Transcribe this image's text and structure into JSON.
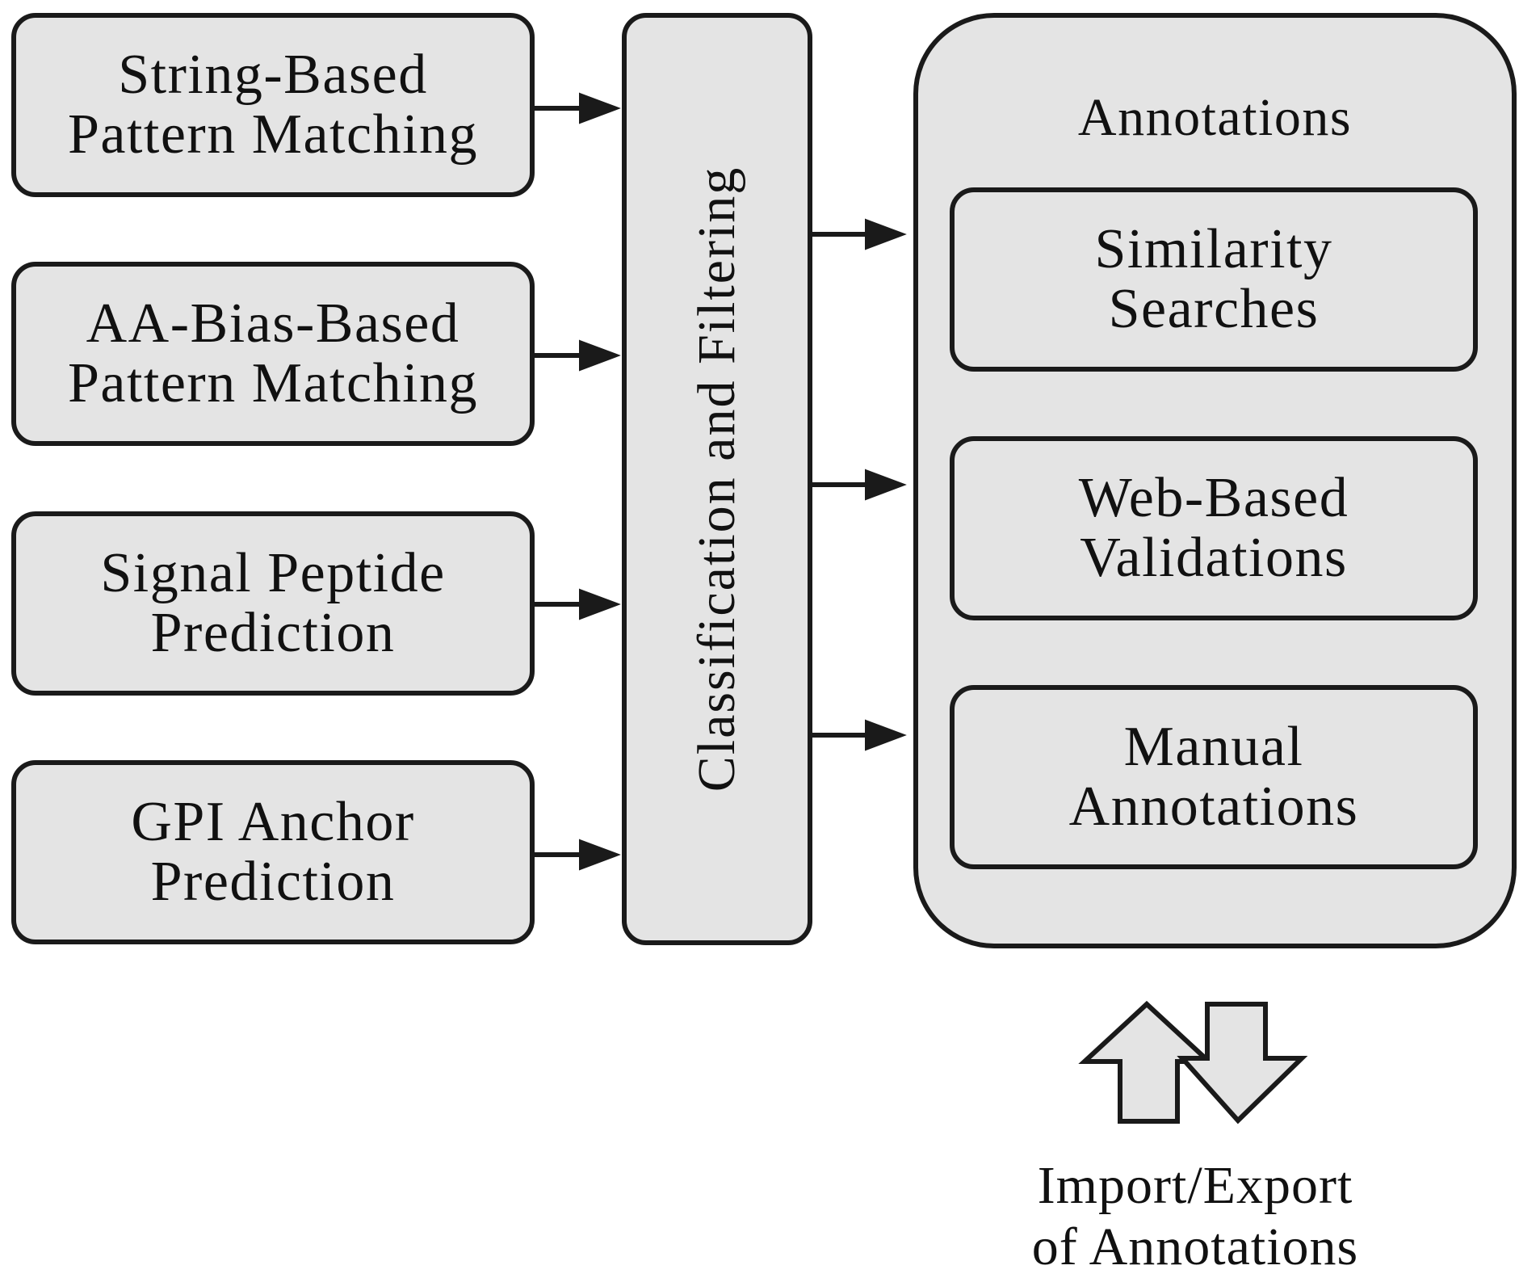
{
  "inputs": {
    "string_based": "String-Based\nPattern Matching",
    "aa_bias_based": "AA-Bias-Based\nPattern Matching",
    "signal_peptide": "Signal Peptide\nPrediction",
    "gpi_anchor": "GPI Anchor\nPrediction"
  },
  "classification": {
    "label": "Classification and Filtering"
  },
  "annotations": {
    "title": "Annotations",
    "similarity": "Similarity\nSearches",
    "web_based": "Web-Based\nValidations",
    "manual": "Manual\nAnnotations"
  },
  "import_export": {
    "caption": "Import/Export\nof Annotations"
  },
  "colors": {
    "box_fill": "#e4e4e4",
    "stroke": "#1a1a1a"
  }
}
